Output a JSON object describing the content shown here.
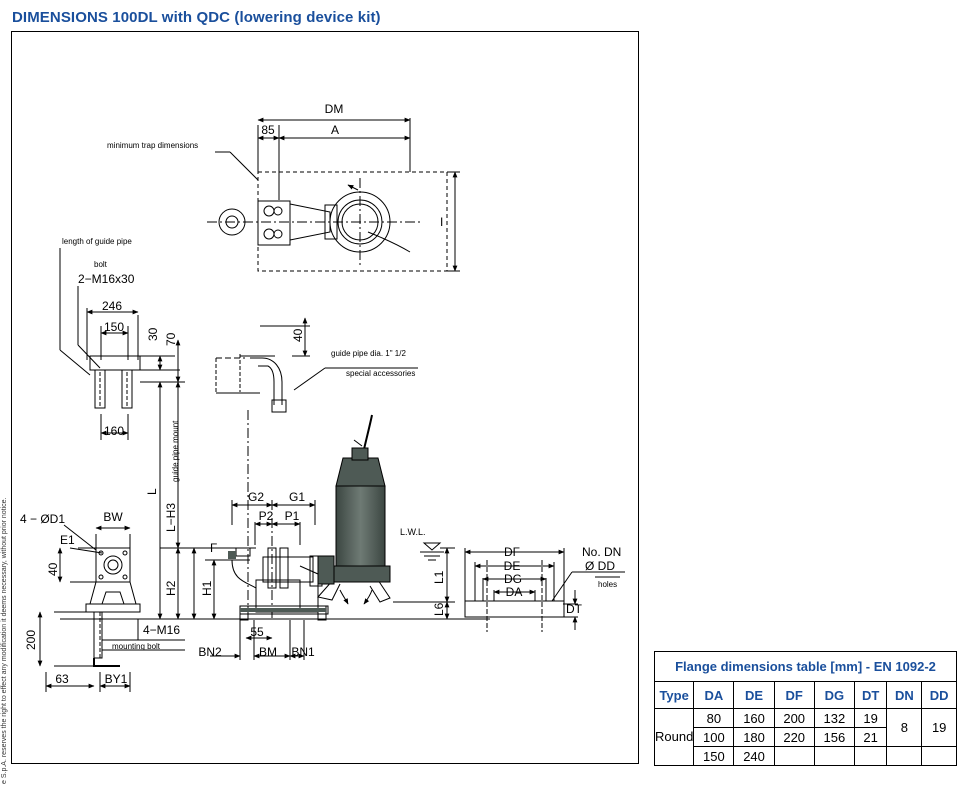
{
  "title": "DIMENSIONS 100DL with QDC (lowering device kit)",
  "side_note": "e S.p.A. reserves the right to effect any modification it deems necessary, without prior notice.",
  "drawing": {
    "dm": "DM",
    "d85": "85",
    "a": "A",
    "min_trap": "minimum trap dimensions",
    "i": "I",
    "length_guide": "length of guide pipe",
    "bolt": "bolt",
    "m16x30": "2−M16x30",
    "d246": "246",
    "d150": "150",
    "d30": "30",
    "d70": "70",
    "d160": "160",
    "d40a": "40",
    "guide_pipe_dia": "guide pipe dia. 1\" 1/2",
    "special_acc": "special accessories",
    "guide_mount": "guide pipe mount",
    "l": "L",
    "lh3": "L−H3",
    "g2": "G2",
    "g1": "G1",
    "p2": "P2",
    "p1": "P1",
    "lwl": "L.W.L.",
    "f": "F",
    "h2": "H2",
    "h1": "H1",
    "l1": "L1",
    "l6": "L6",
    "od1": "4 − ØD1",
    "bw": "BW",
    "e1": "E1",
    "d40b": "40",
    "d200": "200",
    "m16": "4−M16",
    "mounting_bolt": "mounting bolt",
    "d55": "55",
    "bn2": "BN2",
    "bm": "BM",
    "bn1": "BN1",
    "d63": "63",
    "by1": "BY1",
    "df": "DF",
    "de": "DE",
    "dg": "DG",
    "da": "DA",
    "no_dn": "No. DN",
    "o_dd": "Ø DD",
    "holes": "holes",
    "dt": "DT"
  },
  "flange": {
    "title": "Flange dimensions table [mm] - EN 1092-2",
    "headers": [
      "Type",
      "DA",
      "DE",
      "DF",
      "DG",
      "DT",
      "DN",
      "DD"
    ],
    "type": "Round",
    "rows": [
      [
        "80",
        "160",
        "200",
        "132",
        "19"
      ],
      [
        "100",
        "180",
        "220",
        "156",
        "21"
      ],
      [
        "150",
        "240",
        "",
        "",
        ""
      ]
    ],
    "dn": "8",
    "dd": "19"
  },
  "colors": {
    "accent": "#1a4f9c",
    "pump_body": "#4e5a55"
  }
}
